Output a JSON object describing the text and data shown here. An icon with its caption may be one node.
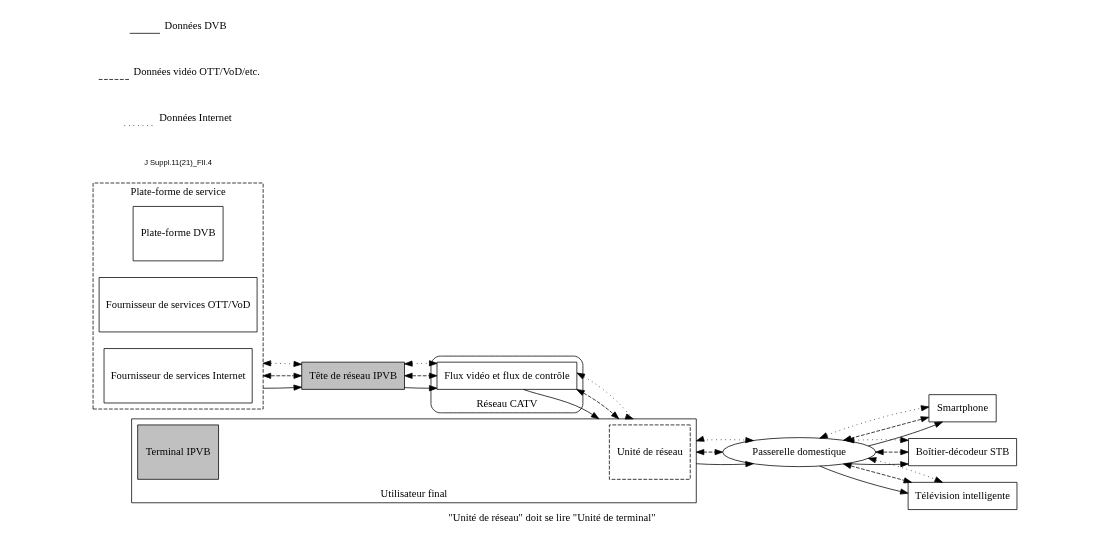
{
  "diagram": {
    "caption": "\"Unité de réseau\" doit se lire \"Unité de terminal\"",
    "nodes": [
      {
        "text": [
          "Plate-forme de service"
        ]
      },
      {
        "text": [
          "Plate-forme DVB"
        ],
        "in": 0
      },
      {
        "text": [
          "Fournisseur de services OTT/VoD"
        ],
        "in": 0
      },
      {
        "text": [
          "Fournisseur de services Internet"
        ],
        "in": 0
      },
      {
        "text": [
          "Tête de réseau IPVB"
        ]
      },
      {
        "text": [
          "Réseau CATV"
        ]
      },
      {
        "text": [
          "Flux vidéo et flux de contrôle"
        ],
        "in": 5
      },
      {
        "text": [
          "Utilisateur final"
        ]
      },
      {
        "text": [
          "Terminal IPVB"
        ],
        "in": 7
      },
      {
        "text": [
          "Unité de réseau"
        ],
        "in": 7
      },
      {
        "text": [
          "Passerelle domestique"
        ]
      },
      {
        "text": [
          "Smartphone"
        ]
      },
      {
        "text": [
          "Boîtier-décodeur STB"
        ]
      },
      {
        "text": [
          "Télévision intelligente"
        ]
      }
    ],
    "edges": [
      {
        "from": 0,
        "to": 4,
        "arrow": "to"
      },
      {
        "from": 0,
        "to": 4,
        "arrow": "both",
        "style": "dashed"
      },
      {
        "from": 0,
        "to": 4,
        "arrow": "both",
        "style": "dashed"
      },
      {
        "from": 4,
        "to": 6,
        "arrow": "to"
      },
      {
        "from": 4,
        "to": 6,
        "arrow": "both",
        "style": "dashed"
      },
      {
        "from": 4,
        "to": 6,
        "arrow": "both",
        "style": "dashed"
      },
      {
        "from": 6,
        "to": 7,
        "arrow": "to"
      },
      {
        "from": 6,
        "to": 7,
        "arrow": "both",
        "style": "dashed"
      },
      {
        "from": 6,
        "to": 7,
        "arrow": "both",
        "style": "dashed"
      },
      {
        "from": 7,
        "to": 10,
        "arrow": "to"
      },
      {
        "from": 7,
        "to": 10,
        "arrow": "both",
        "style": "dashed"
      },
      {
        "from": 7,
        "to": 10,
        "arrow": "both",
        "style": "dashed"
      },
      {
        "from": 10,
        "to": 11,
        "arrow": "to"
      },
      {
        "from": 10,
        "to": 11,
        "arrow": "both",
        "style": "dashed"
      },
      {
        "from": 10,
        "to": 11,
        "arrow": "both",
        "style": "dashed"
      },
      {
        "from": 10,
        "to": 12,
        "arrow": "to"
      },
      {
        "from": 10,
        "to": 12,
        "arrow": "both",
        "style": "dashed"
      },
      {
        "from": 10,
        "to": 12,
        "arrow": "both",
        "style": "dashed"
      },
      {
        "from": 10,
        "to": 13,
        "arrow": "to"
      },
      {
        "from": 10,
        "to": 13,
        "arrow": "both",
        "style": "dashed"
      },
      {
        "from": 10,
        "to": 13,
        "arrow": "both",
        "style": "dashed"
      }
    ],
    "labels": [
      "J Suppl.11(21)_FII.4"
    ],
    "legend": [
      {
        "text": "Données DVB"
      },
      {
        "text": "Données vidéo OTT/VoD/etc."
      },
      {
        "text": "Données Internet"
      }
    ]
  }
}
